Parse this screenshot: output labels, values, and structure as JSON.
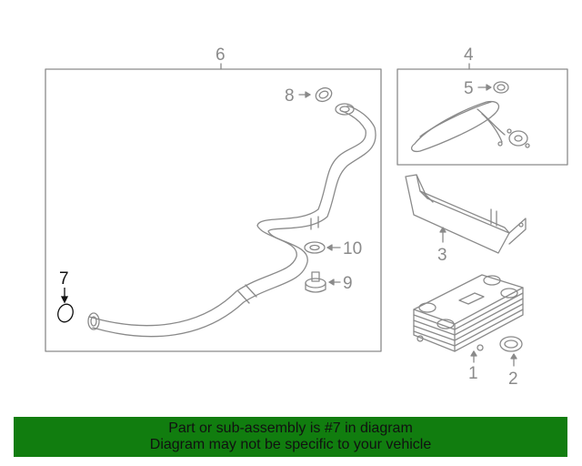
{
  "callouts": {
    "c1": "1",
    "c2": "2",
    "c3": "3",
    "c4": "4",
    "c5": "5",
    "c6": "6",
    "c7": "7",
    "c8": "8",
    "c9": "9",
    "c10": "10"
  },
  "banner": {
    "line1": "Part or sub-assembly is #7 in diagram",
    "line2": "Diagram may not be specific to your vehicle",
    "color": "#117d0f"
  },
  "colors": {
    "line": "#8a8a8a",
    "highlight": "#111111"
  }
}
